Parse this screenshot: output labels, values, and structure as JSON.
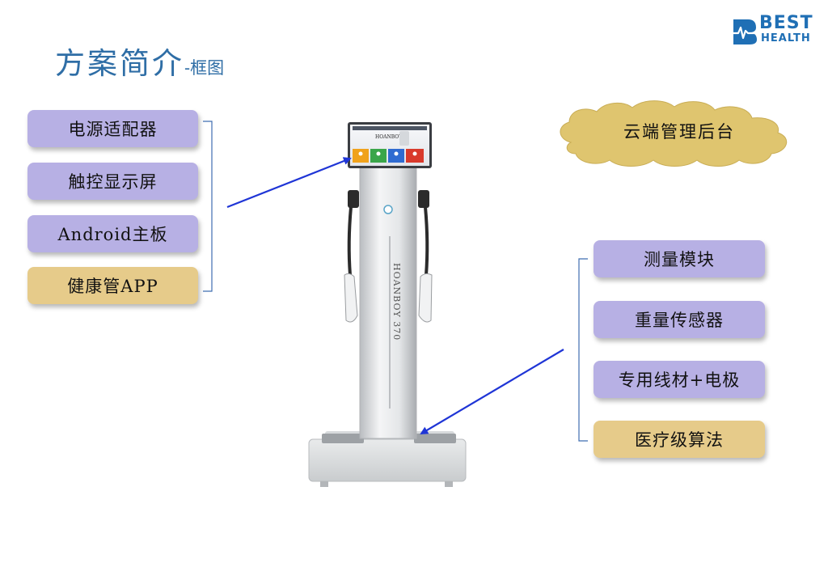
{
  "header": {
    "title": "方案简介",
    "subtitle": "-框图"
  },
  "logo": {
    "line1": "BEST",
    "line2": "HEALTH"
  },
  "cloud": {
    "label": "云端管理后台"
  },
  "left_components": [
    {
      "label": "电源适配器"
    },
    {
      "label": "触控显示屏"
    },
    {
      "label": "Android主板"
    },
    {
      "label": "健康管APP"
    }
  ],
  "right_components": [
    {
      "label": "测量模块"
    },
    {
      "label": "重量传感器"
    },
    {
      "label": "专用线材+电极"
    },
    {
      "label": "医疗级算法"
    }
  ],
  "device": {
    "brand_vertical": "HOANBOY 370",
    "screen_brand": "HOANBOY"
  },
  "colors": {
    "title": "#2f6ea6",
    "purple_box": "#b7b0e4",
    "tan_box": "#e6cb8a",
    "cloud": "#dfc56f",
    "arrow": "#1f35d6"
  }
}
